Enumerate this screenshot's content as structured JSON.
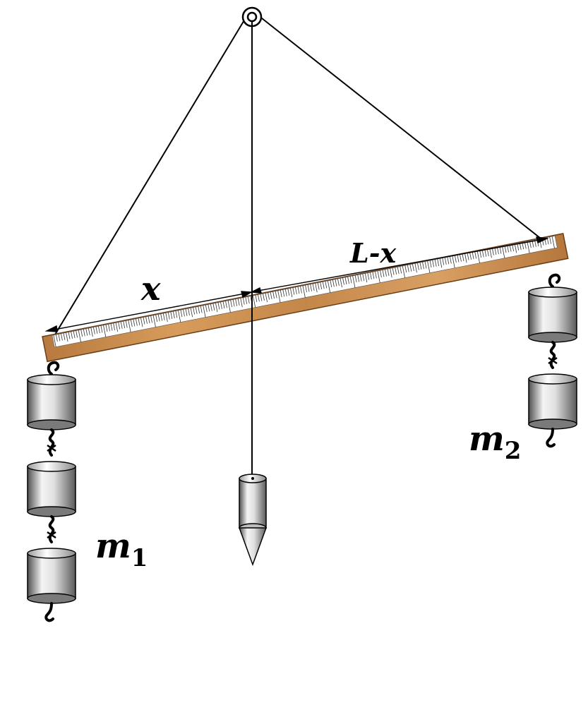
{
  "labels": {
    "x": "x",
    "l_minus_x": "L-x",
    "m1_base": "m",
    "m1_sub": "1",
    "m2_base": "m",
    "m2_sub": "2"
  },
  "weights": {
    "left_count": 3,
    "right_count": 2
  },
  "colors": {
    "wood": "#c98a4b",
    "wood_dark": "#8a5424",
    "metal_light": "#f2f2f2",
    "metal_dark": "#6e6e6e",
    "line": "#000000"
  }
}
